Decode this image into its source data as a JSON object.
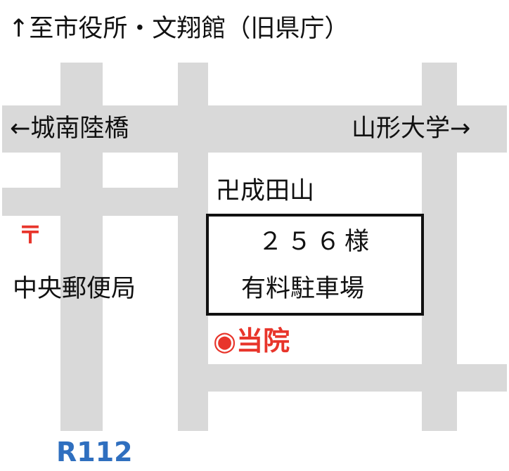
{
  "map": {
    "north_label": "↑至市役所・文翔館（旧県庁）",
    "roads": {
      "west_label": "←城南陸橋",
      "east_label": "山形大学→",
      "route_label": "R112"
    },
    "landmarks": {
      "temple_label": "卍成田山",
      "post_office_symbol": "〒",
      "post_office_label": "中央郵便局",
      "parking": {
        "line1": "２５６様",
        "line2": "有料駐車場"
      },
      "clinic_marker": "◉",
      "clinic_label": "当院"
    },
    "colors": {
      "road": "#d9d9d9",
      "accent_red": "#e8352b",
      "route_blue": "#2f6fbf",
      "text": "#111111"
    }
  }
}
